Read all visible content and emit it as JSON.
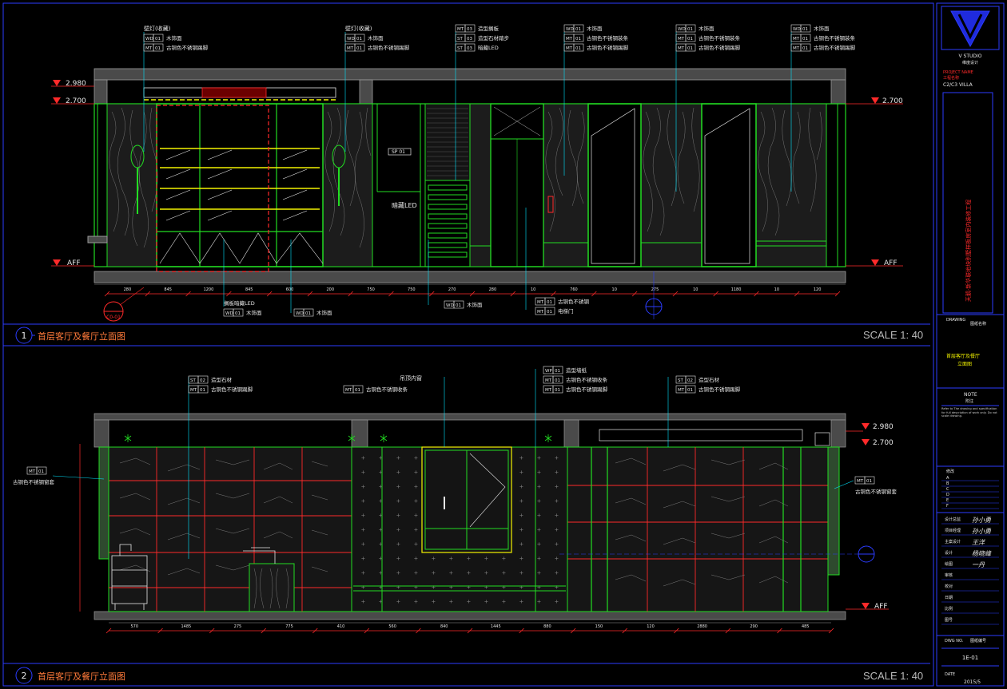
{
  "colors": {
    "bg": "#000000",
    "frame": "#2b3cff",
    "green": "#22dd22",
    "cyan": "#00e5ff",
    "red": "#ff2a2a",
    "yellow": "#f2f200",
    "gray": "#9a9a9a",
    "white": "#e6e6e6",
    "magenta": "#ff33ff"
  },
  "elevation1": {
    "number": "1",
    "title": "首层客厅及餐厅立面图",
    "scale": "SCALE 1: 40",
    "levels": [
      "2.980",
      "2.700",
      "AFF"
    ],
    "right_levels": [
      "2.700",
      "AFF"
    ],
    "callouts": [
      {
        "head": "壁灯(收藏)",
        "tag1": "WD 01",
        "text1": "木饰面",
        "tag2": "MT 01",
        "text2": "古铜色不锈钢踢脚"
      },
      {
        "head": "壁灯(收藏)",
        "tag1": "WD 01",
        "text1": "木饰面",
        "tag2": "MT 01",
        "text2": "古铜色不锈钢踢脚"
      },
      {
        "head": "",
        "tag1": "MT 03",
        "text1": "造型搁板",
        "tag2": "ST 03",
        "text2": "造型石材踏步",
        "text3": "暗藏LED"
      },
      {
        "head": "",
        "tag1": "WD 01",
        "text1": "木饰面",
        "tag2": "MT 01",
        "text2": "古铜色不锈钢装条",
        "text3": "古铜色不锈钢踢脚"
      },
      {
        "head": "",
        "tag1": "WD 01",
        "text1": "木饰面",
        "tag2": "MT 01",
        "text2": "古铜色不锈钢装条",
        "text3": "古铜色不锈钢踢脚"
      },
      {
        "head": "",
        "tag1": "WD 01",
        "text1": "木饰面",
        "tag2": "MT 01",
        "text2": "古铜色不锈钢装条",
        "text3": "古铜色不锈钢踢脚"
      }
    ],
    "inner_labels": {
      "shelf_led": "暗藏LED",
      "sp_tag": "SP 01"
    },
    "bottom_callouts": [
      {
        "text": "搁板暗藏LED",
        "tag": "WD 01",
        "text2": "木饰面"
      },
      {
        "tag": "WD 01",
        "text": "木饰面"
      },
      {
        "tag": "WD 01",
        "text": "木饰面"
      },
      {
        "tag": "MT 01",
        "text": "古铜色不锈钢",
        "text2": "电梯门"
      }
    ],
    "section_tag": "C0-01",
    "dims": [
      "280",
      "845",
      "1200",
      "845",
      "600",
      "200",
      "750",
      "750",
      "270",
      "280",
      "10",
      "760",
      "10",
      "275",
      "10",
      "1180",
      "10",
      "120"
    ]
  },
  "elevation2": {
    "number": "2",
    "title": "首层客厅及餐厅立面图",
    "scale": "SCALE 1: 40",
    "levels": [
      "2.980",
      "2.700",
      "AFF"
    ],
    "callouts": [
      {
        "tag1": "ST 02",
        "text1": "造型石材",
        "tag2": "MT 01",
        "text2": "古铜色不锈钢踢脚"
      },
      {
        "head": "吊顶内窗",
        "tag1": "MT 01",
        "text1": "古铜色不锈钢收条"
      },
      {
        "tag1": "WP 01",
        "text1": "造型墙纸",
        "tag2": "MT 01",
        "text2": "古铜色不锈钢收条",
        "text3": "古铜色不锈钢踢脚"
      },
      {
        "tag1": "ST 02",
        "text1": "造型石材",
        "tag2": "MT 01",
        "text2": "古铜色不锈钢踢脚"
      }
    ],
    "side_left": {
      "tag": "MT 01",
      "text": "古铜色不锈钢窗套"
    },
    "side_right": {
      "tag": "MT 01",
      "text": "古铜色不锈钢窗套"
    },
    "dims": [
      "570",
      "1485",
      "275",
      "775",
      "410",
      "560",
      "840",
      "1445",
      "880",
      "150",
      "120",
      "2880",
      "290",
      "485"
    ]
  },
  "titleblock": {
    "logo_sub": "V STUDIO",
    "logo_cn": "维度设计",
    "lines": [
      "PROJECT NAME",
      "工程名称",
      "C2/C3 VILLA"
    ],
    "vertical_title": "天鹅·新华联地块别墅样板房室内装修工程",
    "drawing_label": "DRAWING",
    "drawing_cn": "图纸名称",
    "drawing_name": "首层客厅及餐厅",
    "drawing_name2": "立面图",
    "note_label": "NOTE",
    "note_cn": "附注",
    "note_text": "Refer to The drawing and specification for full description of work only. Do not scale drawing.",
    "rev_rows": [
      "A",
      "B",
      "C",
      "D",
      "E",
      "F"
    ],
    "rev_head": "修改",
    "sign_rows": [
      "设计总监",
      "项目经理",
      "主案设计",
      "设计",
      "绘图",
      "审核",
      "校对",
      "日期",
      "比例",
      "图号"
    ],
    "sign_marks": [
      "孙小勇",
      "孙小勇",
      "王洋",
      "杨晓峰",
      "一丹"
    ],
    "sheet_label": "DWG NO.",
    "sheet_cn": "图纸编号",
    "sheet_no": "1E-01",
    "date_label": "DATE",
    "date": "2015/5"
  }
}
